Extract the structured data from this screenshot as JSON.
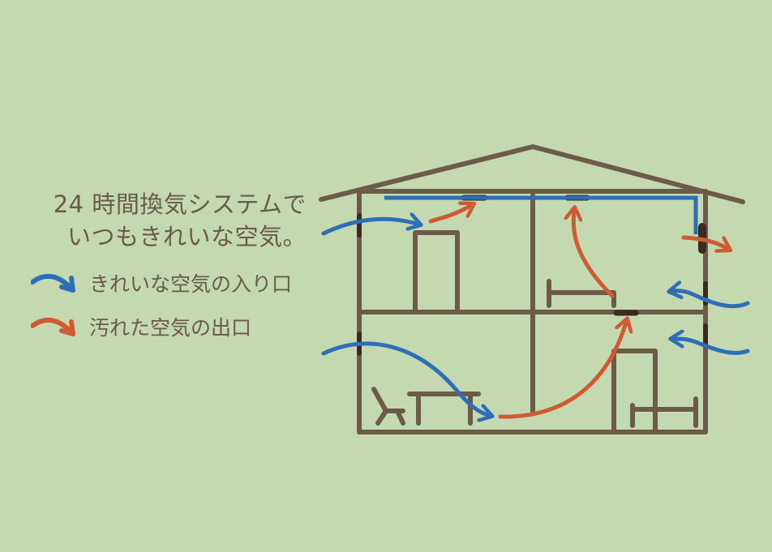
{
  "title": {
    "line1": "24 時間換気システムで",
    "line2": "いつもきれいな空気。"
  },
  "legend": [
    {
      "label": "きれいな空気の入り口",
      "color": "#2f6db5",
      "icon": "blue-curved-arrow-icon"
    },
    {
      "label": "汚れた空気の出口",
      "color": "#cf5b35",
      "icon": "red-curved-arrow-icon"
    }
  ],
  "colors": {
    "background": "#c5d9b1",
    "house_line": "#6b5b47",
    "vent": "#3a2a20",
    "clean_air": "#2f6db5",
    "dirty_air": "#cf5b35"
  }
}
